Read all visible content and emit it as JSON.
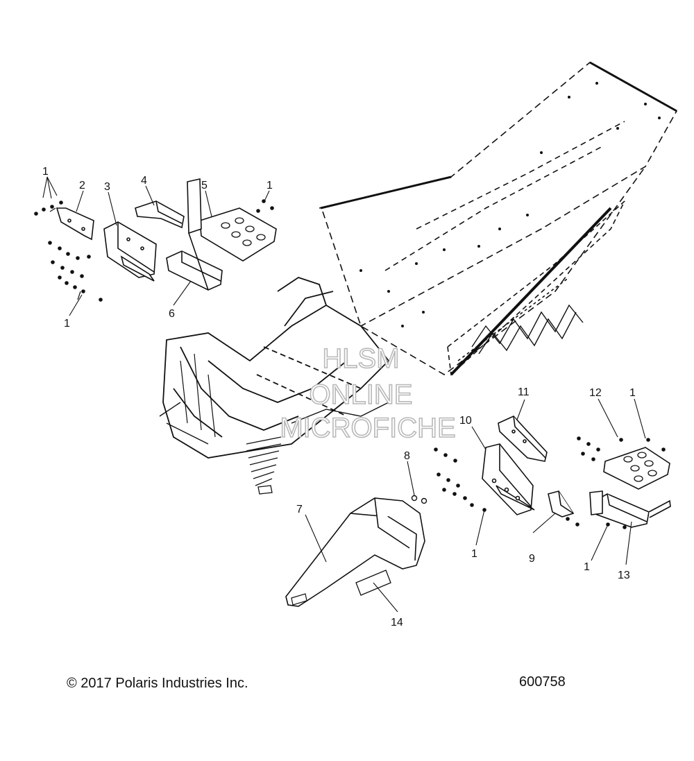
{
  "diagram": {
    "callouts": [
      {
        "id": "c1a",
        "text": "1"
      },
      {
        "id": "c2",
        "text": "2"
      },
      {
        "id": "c3",
        "text": "3"
      },
      {
        "id": "c4",
        "text": "4"
      },
      {
        "id": "c5",
        "text": "5"
      },
      {
        "id": "c1b",
        "text": "1"
      },
      {
        "id": "c1c",
        "text": "1"
      },
      {
        "id": "c6",
        "text": "6"
      },
      {
        "id": "c11",
        "text": "11"
      },
      {
        "id": "c12",
        "text": "12"
      },
      {
        "id": "c1d",
        "text": "1"
      },
      {
        "id": "c10",
        "text": "10"
      },
      {
        "id": "c8",
        "text": "8"
      },
      {
        "id": "c7",
        "text": "7"
      },
      {
        "id": "c1e",
        "text": "1"
      },
      {
        "id": "c9",
        "text": "9"
      },
      {
        "id": "c1f",
        "text": "1"
      },
      {
        "id": "c13",
        "text": "13"
      },
      {
        "id": "c14",
        "text": "14"
      }
    ],
    "watermark": [
      "HLSM",
      "ONLINE",
      "MICROFICHE"
    ]
  },
  "footer": {
    "copyright": "© 2017 Polaris Industries Inc.",
    "drawing_number": "600758"
  }
}
